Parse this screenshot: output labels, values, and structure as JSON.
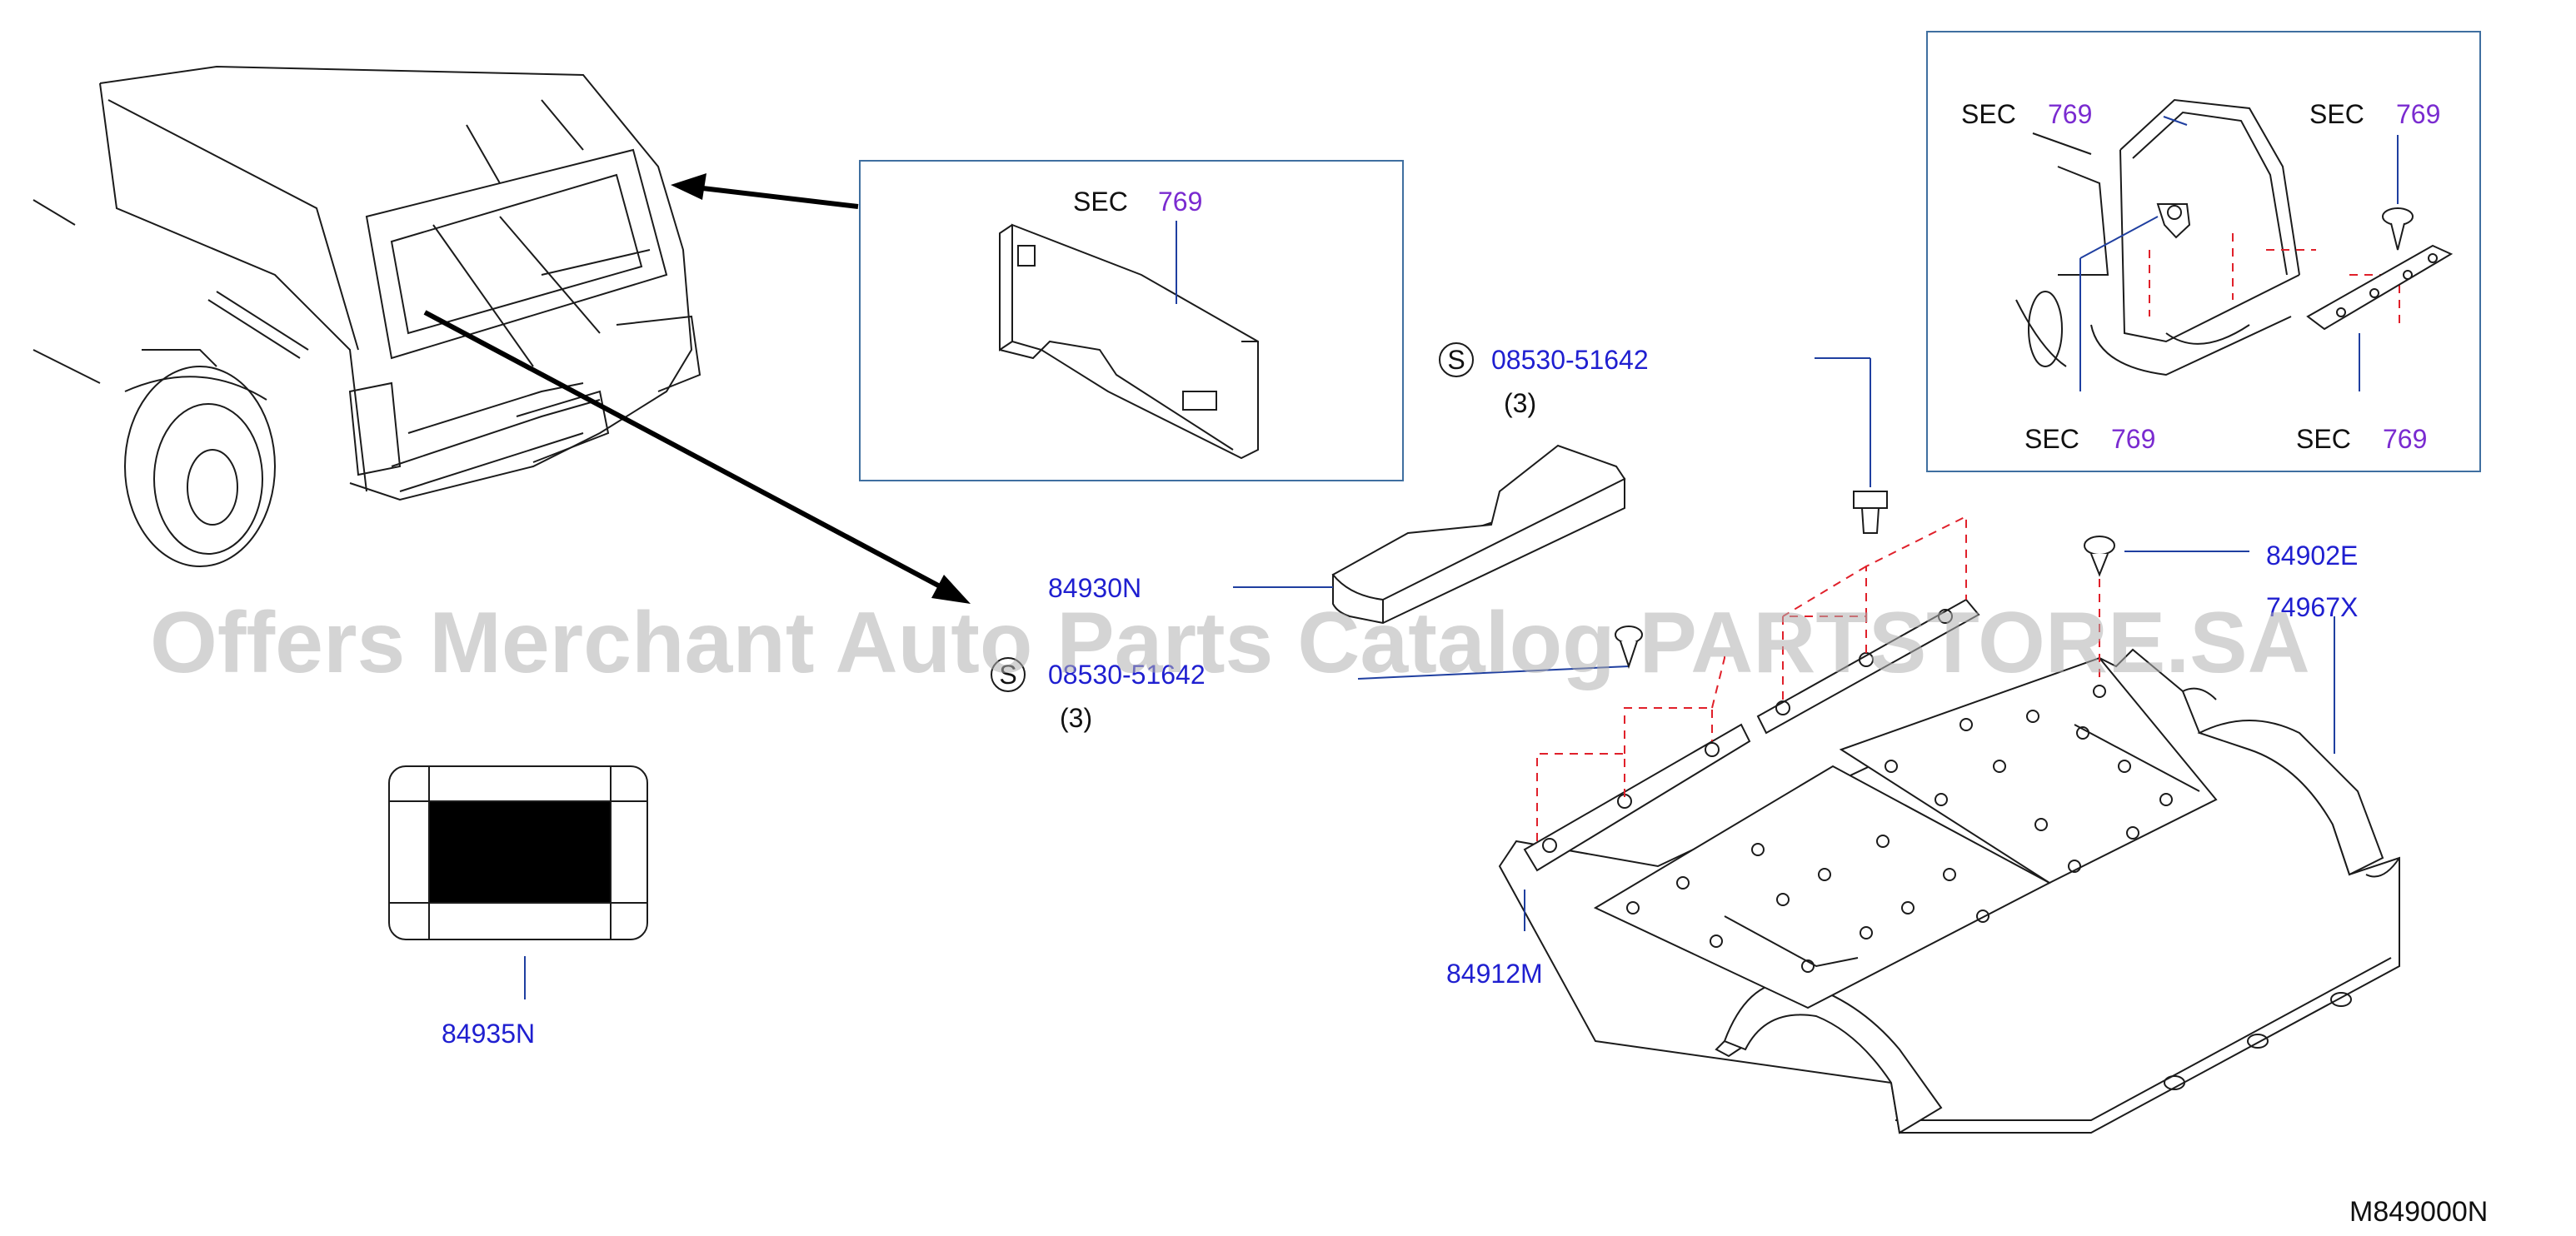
{
  "watermark": "Offers Merchant Auto Parts Catalog PARTSTORE.SA",
  "diagram_code": "M849000N",
  "sec_prefix": "SEC",
  "bolt_symbol": "S",
  "callouts": {
    "sec_inset_center": {
      "sec": "SEC",
      "num": "769"
    },
    "sec_right_top_left": {
      "sec": "SEC",
      "num": "769"
    },
    "sec_right_top_right": {
      "sec": "SEC",
      "num": "769"
    },
    "sec_right_bottom_left": {
      "sec": "SEC",
      "num": "769"
    },
    "sec_right_bottom_right": {
      "sec": "SEC",
      "num": "769"
    }
  },
  "parts": {
    "bolt_upper": {
      "number": "08530-51642",
      "qty": "(3)"
    },
    "bolt_lower": {
      "number": "08530-51642",
      "qty": "(3)"
    },
    "p84930N": {
      "number": "84930N"
    },
    "p84902E": {
      "number": "84902E"
    },
    "p74967X": {
      "number": "74967X"
    },
    "p84912M": {
      "number": "84912M"
    },
    "p84935N": {
      "number": "84935N"
    }
  },
  "colors": {
    "part_number": "#1f1fd0",
    "section_number": "#7a2bd0",
    "dashed_guide": "#e0202a",
    "frame": "#3f6fa0"
  }
}
